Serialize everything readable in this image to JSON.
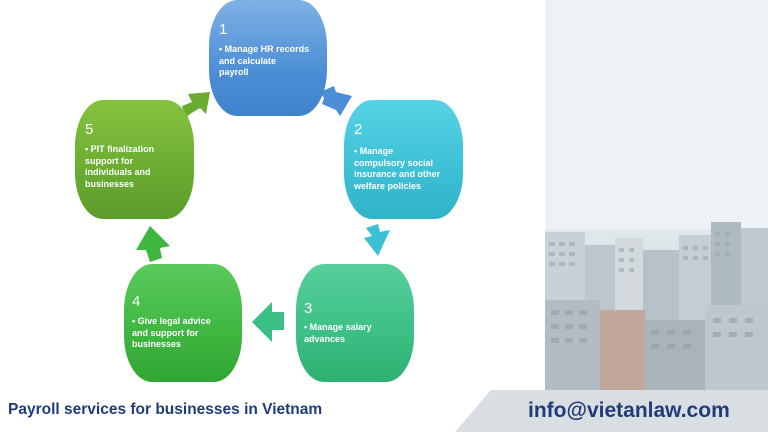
{
  "steps": [
    {
      "number": "1",
      "text": "Manage HR records\nand calculate\npayroll",
      "color": "#4d8fd6"
    },
    {
      "number": "2",
      "text": "Manage\ncompulsory social\ninsurance and other\nwelfare policies",
      "color": "#3cc0d5"
    },
    {
      "number": "3",
      "text": "Manage salary\nadvances",
      "color": "#3cbf84"
    },
    {
      "number": "4",
      "text": "Give legal advice\nand support for\nbusinesses",
      "color": "#3fb640"
    },
    {
      "number": "5",
      "text": "PIT finalization\nsupport for\nindividuals and\nbusinesses",
      "color": "#6aac32"
    }
  ],
  "footer": {
    "title": "Payroll services for businesses in Vietnam",
    "email": "info@vietanlaw.com",
    "text_color": "#1f3b7a"
  }
}
